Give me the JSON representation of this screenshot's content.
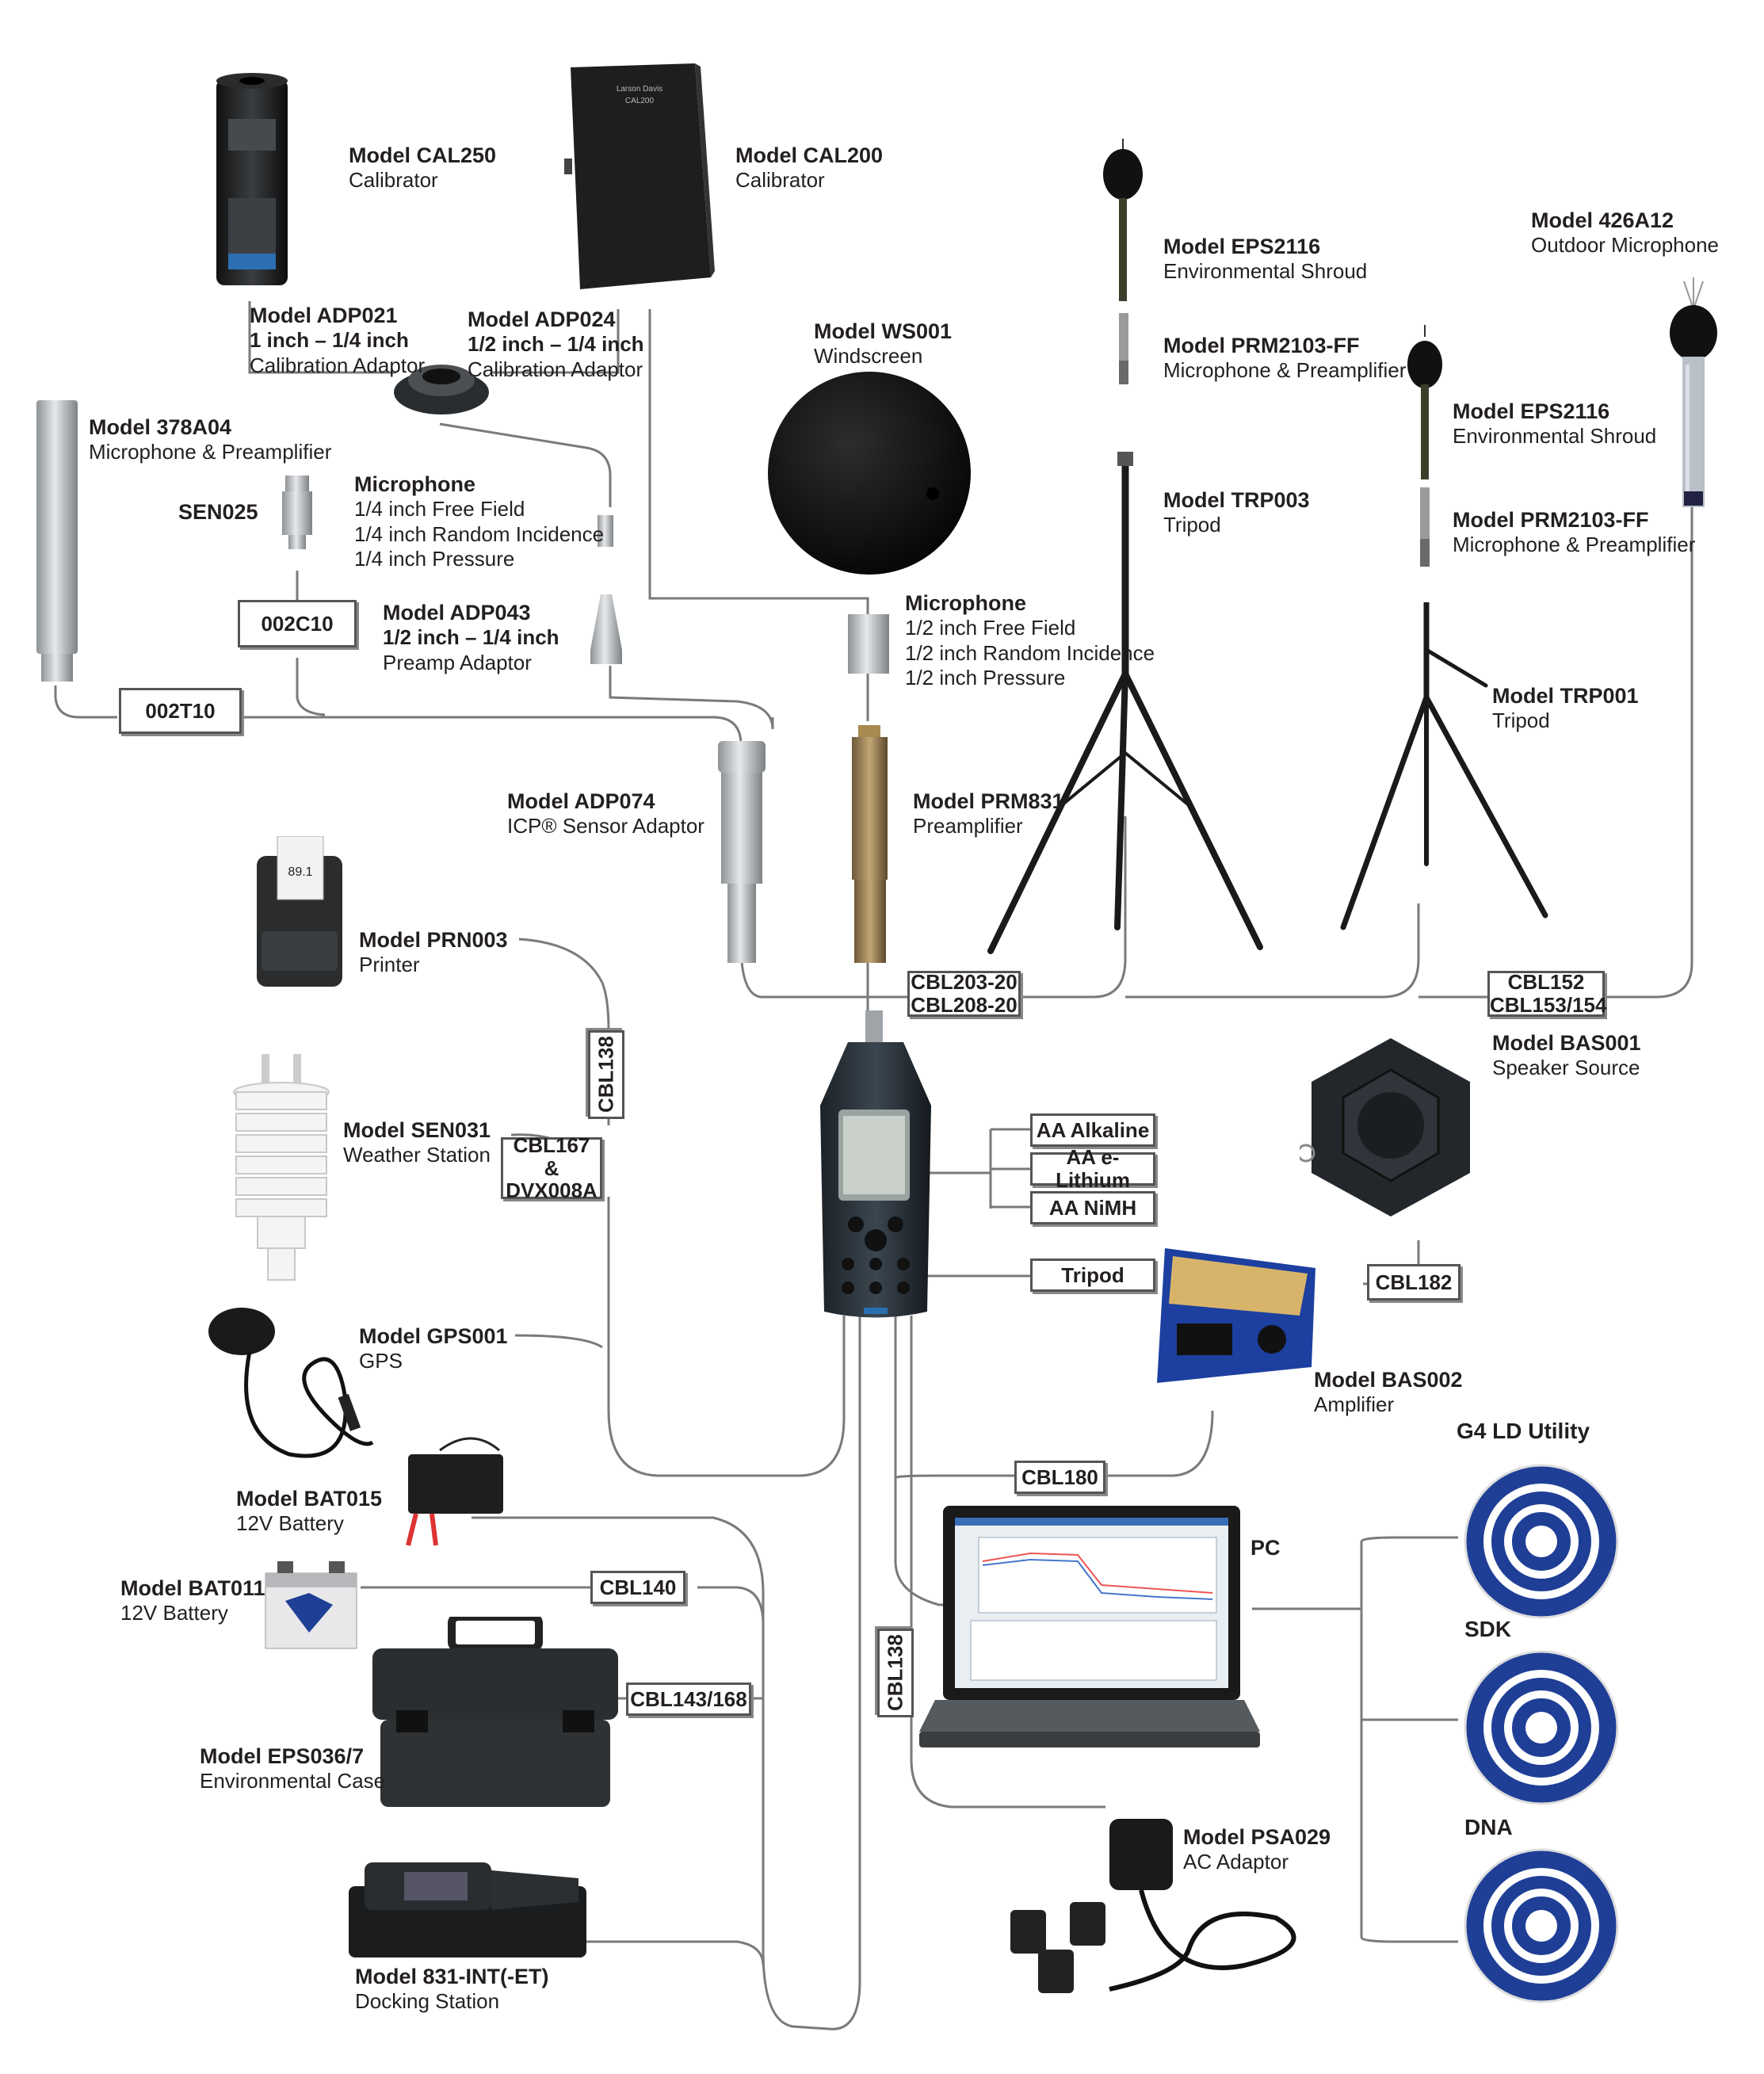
{
  "colors": {
    "line": "#7a7a7a",
    "device_dark": "#1f2326",
    "device_metal": "#c9ccce",
    "cd_blue": "#1f3f96"
  },
  "labels": {
    "cal250": {
      "title": "Model CAL250",
      "sub": "Calibrator"
    },
    "cal200": {
      "title": "Model CAL200",
      "sub": "Calibrator"
    },
    "adp021": {
      "title": "Model ADP021",
      "line1": "1 inch – 1/4 inch",
      "line2": "Calibration Adaptor"
    },
    "adp024": {
      "title": "Model ADP024",
      "line1": "1/2 inch – 1/4 inch",
      "line2": "Calibration Adaptor"
    },
    "ws001": {
      "title": "Model WS001",
      "sub": "Windscreen"
    },
    "eps2116a": {
      "title": "Model EPS2116",
      "sub": "Environmental Shroud"
    },
    "a426": {
      "title": "Model 426A12",
      "sub": "Outdoor Microphone"
    },
    "prm2103a": {
      "title": "Model PRM2103-FF",
      "sub": "Microphone & Preamplifier"
    },
    "eps2116b": {
      "title": "Model EPS2116",
      "sub": "Environmental Shroud"
    },
    "a378": {
      "title": "Model 378A04",
      "sub": "Microphone & Preamplifier"
    },
    "mic14": {
      "title": "Microphone",
      "l1": "1/4 inch Free Field",
      "l2": "1/4 inch Random Incidence",
      "l3": "1/4 inch Pressure"
    },
    "sen025": {
      "title": "SEN025"
    },
    "trp003": {
      "title": "Model TRP003",
      "sub": "Tripod"
    },
    "prm2103b": {
      "title": "Model PRM2103-FF",
      "sub": "Microphone & Preamplifier"
    },
    "adp043": {
      "title": "Model ADP043",
      "line1": "1/2 inch – 1/4 inch",
      "line2": "Preamp Adaptor"
    },
    "mic12": {
      "title": "Microphone",
      "l1": "1/2 inch Free Field",
      "l2": "1/2 inch Random Incidence",
      "l3": "1/2 inch Pressure"
    },
    "trp001": {
      "title": "Model TRP001",
      "sub": "Tripod"
    },
    "adp074": {
      "title": "Model ADP074",
      "sub": "ICP® Sensor Adaptor"
    },
    "prm831": {
      "title": "Model PRM831",
      "sub": "Preamplifier"
    },
    "prn003": {
      "title": "Model PRN003",
      "sub": "Printer"
    },
    "bas001": {
      "title": "Model BAS001",
      "sub": "Speaker Source"
    },
    "sen031": {
      "title": "Model SEN031",
      "sub": "Weather Station"
    },
    "gps001": {
      "title": "Model GPS001",
      "sub": "GPS"
    },
    "bas002": {
      "title": "Model BAS002",
      "sub": "Amplifier"
    },
    "bat015": {
      "title": "Model BAT015",
      "sub": "12V Battery"
    },
    "bat011": {
      "title": "Model BAT011",
      "sub": "12V Battery"
    },
    "pc": {
      "title": "PC"
    },
    "eps036": {
      "title": "Model EPS036/7",
      "sub": "Environmental Case"
    },
    "psa029": {
      "title": "Model PSA029",
      "sub": "AC Adaptor"
    },
    "dock": {
      "title": "Model 831-INT(-ET)",
      "sub": "Docking Station"
    }
  },
  "software": {
    "g4": "G4 LD Utility",
    "sdk": "SDK",
    "dna": "DNA"
  },
  "boxes": {
    "c002c10": "002C10",
    "c002t10": "002T10",
    "cbl203": "CBL203-20",
    "cbl208": "CBL208-20",
    "cbl152": "CBL152",
    "cbl153": "CBL153/154",
    "cbl138a": "CBL138",
    "cbl167a": "CBL167 &",
    "cbl167b": "DVX008A",
    "aa_alk": "AA Alkaline",
    "aa_li": "AA e-Lithium",
    "aa_nimh": "AA NiMH",
    "tripod": "Tripod",
    "cbl182": "CBL182",
    "cbl180": "CBL180",
    "cbl140": "CBL140",
    "cbl143": "CBL143/168",
    "cbl138b": "CBL138"
  },
  "device_text": {
    "cal200_brand": "Larson Davis",
    "cal200_model": "CAL200",
    "printer_reading": "89.1"
  }
}
